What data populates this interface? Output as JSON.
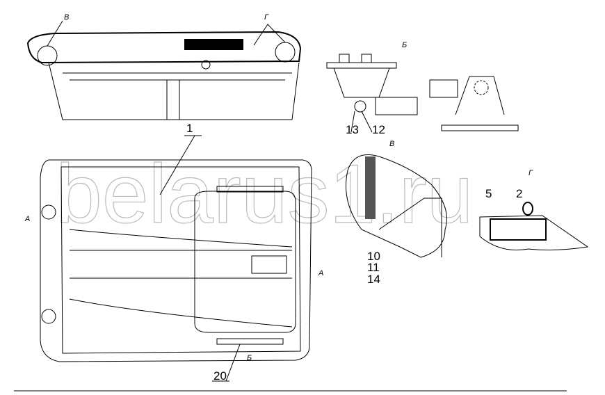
{
  "watermark": "belarus1.ru",
  "top_view": {
    "callout_v": "В",
    "callout_g": "Г"
  },
  "detail_b": {
    "title": "Б",
    "items": [
      "13",
      "12"
    ]
  },
  "detail_v": {
    "title": "В",
    "items": [
      "10",
      "11",
      "14"
    ]
  },
  "detail_g": {
    "title": "Г",
    "items": [
      "5",
      "2"
    ]
  },
  "plan_view": {
    "item_1": "1",
    "item_20": "20",
    "section_a_left": "А",
    "section_a_right": "А",
    "callout_b": "Б"
  }
}
